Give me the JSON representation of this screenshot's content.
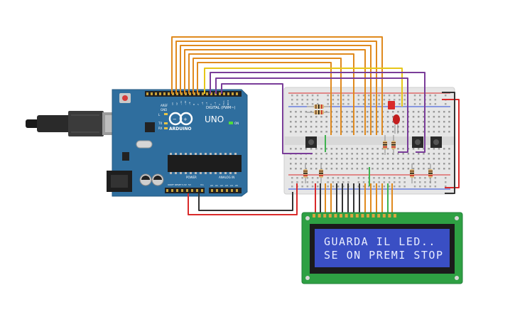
{
  "arduino": {
    "brand": "ARDUINO",
    "model": "UNO",
    "aref_label": "AREF",
    "gnd_label": "GND",
    "digital_label": "DIGITAL (PWM~)",
    "power_label": "POWER",
    "analog_label": "ANALOG IN",
    "on_label": "ON",
    "tx_label": "TX",
    "rx_label": "RX",
    "l_label": "L",
    "ioref_label": "IOREF",
    "reset_label": "RESET",
    "v33_label": "3.3V",
    "v5_label": "5V",
    "vin_label": "Vin",
    "digital_pins": [
      "13",
      "12",
      "~11",
      "~10",
      "~9",
      "8",
      "7",
      "~6",
      "~5",
      "4",
      "~3",
      "2",
      "TX 1",
      "RX 0"
    ],
    "analog_pins": [
      "A0",
      "A1",
      "A2",
      "A3",
      "A4",
      "A5"
    ]
  },
  "lcd": {
    "line1": "GUARDA IL LED..",
    "line2": "SE ON PREMI STOP"
  },
  "colors": {
    "board": "#2f6e9e",
    "breadboard": "#e6e6e6",
    "lcd_pcb": "#2ea043",
    "lcd_screen": "#3a4fc4",
    "wire_orange": "#e08a1e",
    "wire_purple": "#7a3d99",
    "wire_yellow": "#e6c619",
    "wire_red": "#d92a2a",
    "wire_black": "#333333",
    "wire_green": "#3fb34f",
    "led": "#c21e1e"
  }
}
